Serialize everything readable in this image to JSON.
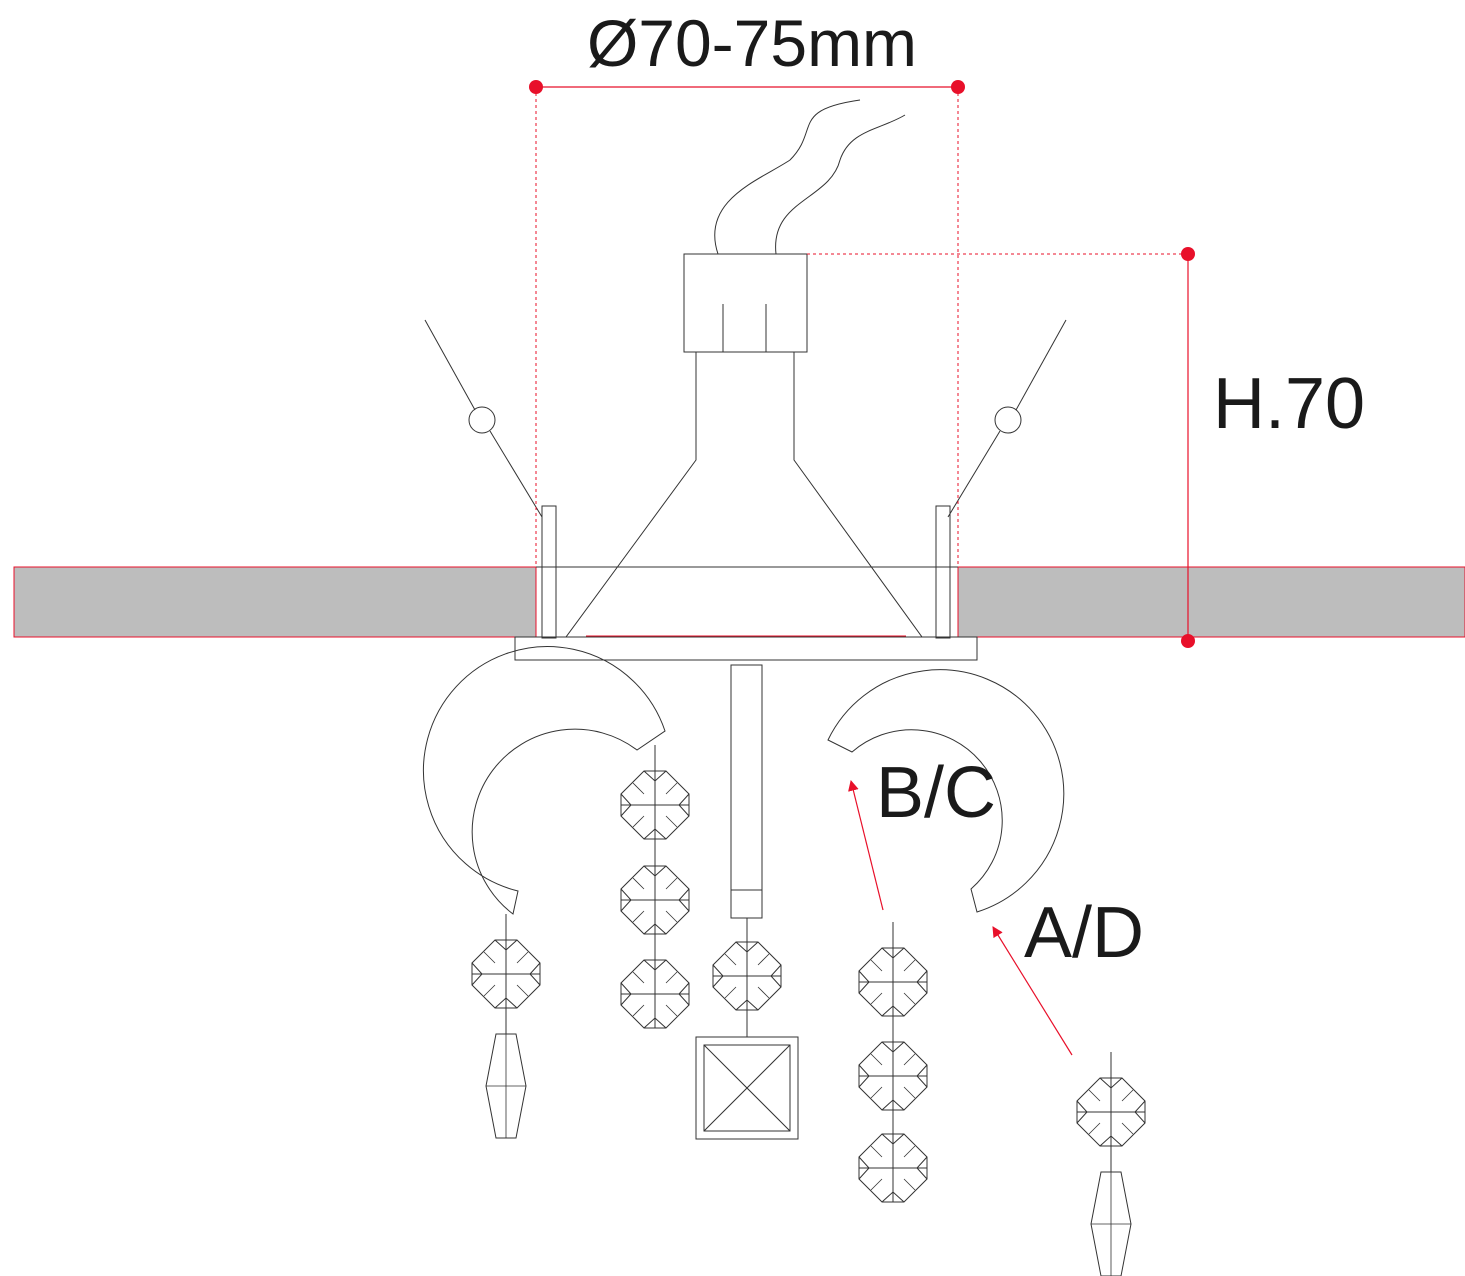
{
  "labels": {
    "diameter": "Ø70-75mm",
    "height": "H.70",
    "bc": "B/C",
    "ad": "A/D"
  },
  "colors": {
    "dimension": "#e8102a",
    "ceiling": "#bdbdbd",
    "line": "#333333"
  }
}
